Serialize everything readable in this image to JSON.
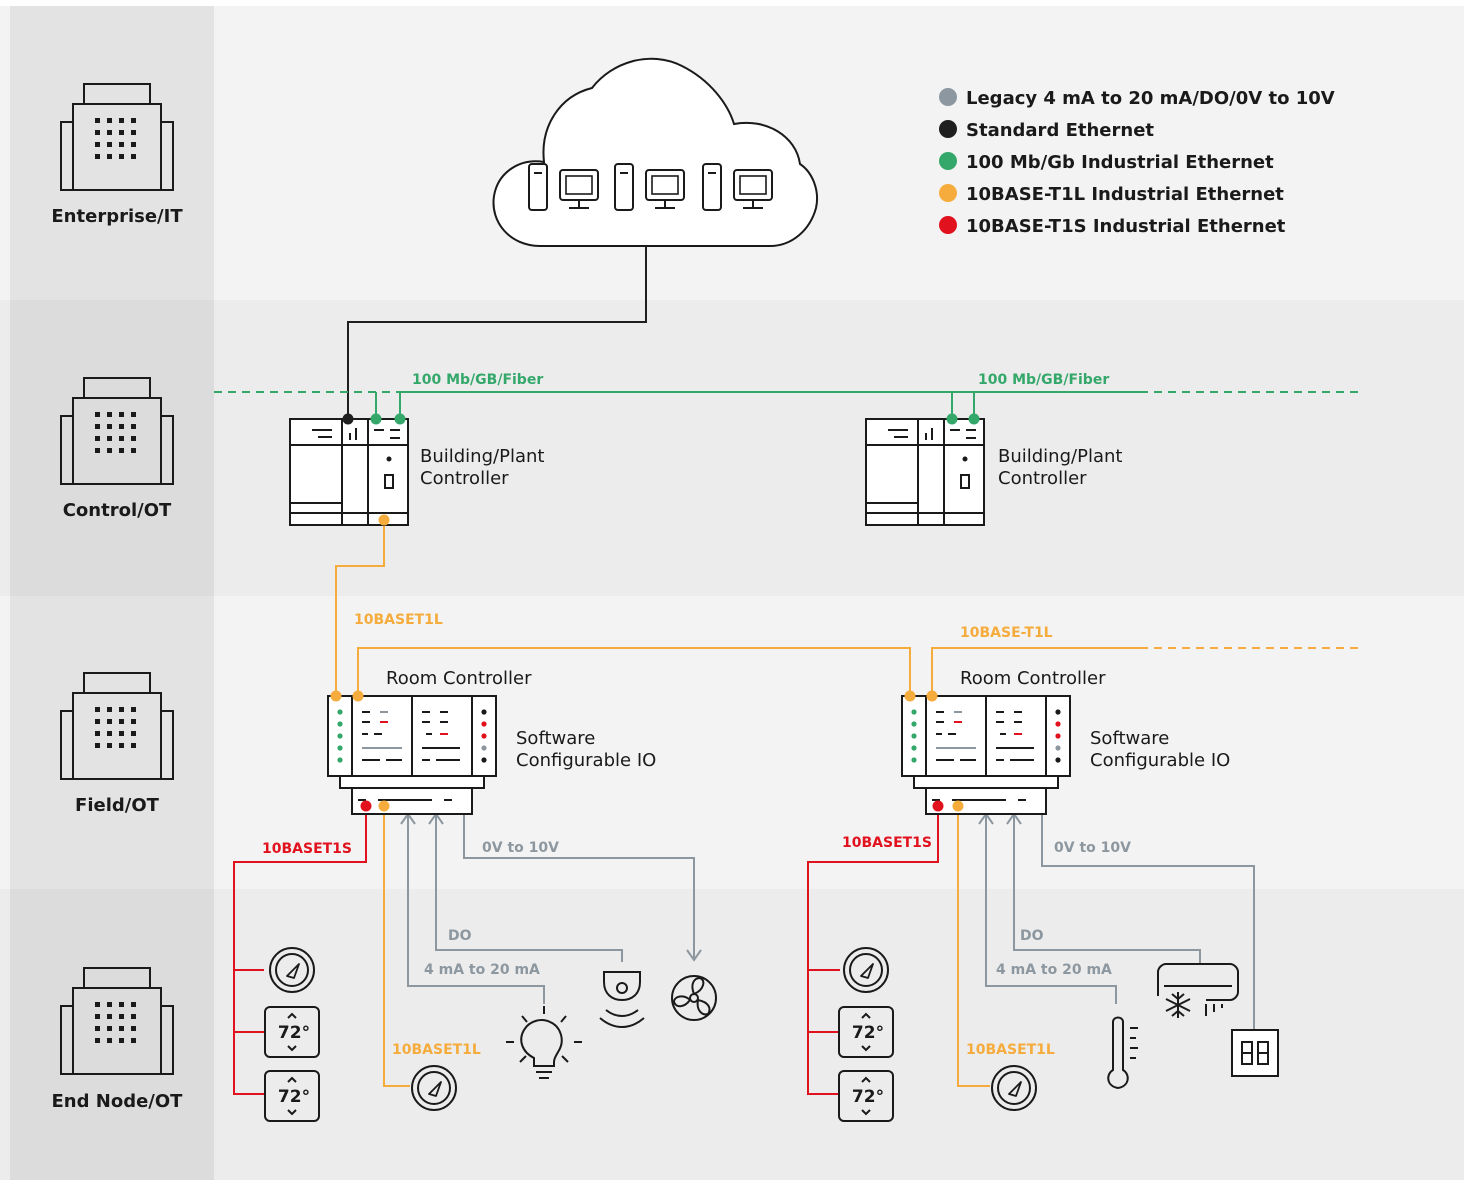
{
  "tiers": [
    {
      "label": "Enterprise/IT"
    },
    {
      "label": "Control/OT"
    },
    {
      "label": "Field/OT"
    },
    {
      "label": "End Node/OT"
    }
  ],
  "legend": [
    {
      "label": "Legacy 4 mA to 20 mA/DO/0V to 10V",
      "color": "#8c979f"
    },
    {
      "label": "Standard Ethernet",
      "color": "#1f1f1f"
    },
    {
      "label": "100 Mb/Gb Industrial Ethernet",
      "color": "#34a86a"
    },
    {
      "label": "10BASE-T1L Industrial Ethernet",
      "color": "#f5ac3c"
    },
    {
      "label": "10BASE-T1S Industrial Ethernet",
      "color": "#e1111d"
    }
  ],
  "colors": {
    "gray": "#8c979f",
    "black": "#1f1f1f",
    "green": "#34a86a",
    "orange": "#f5ac3c",
    "red": "#e1111d"
  },
  "links": {
    "fiber_left": "100 Mb/GB/Fiber",
    "fiber_right": "100 Mb/GB/Fiber",
    "t1l_vertical": "10BASET1L",
    "t1l_room": "10BASE-T1L",
    "t1s_left": "10BASET1S",
    "t1s_right": "10BASET1S",
    "v010_left": "0V to 10V",
    "v010_right": "0V to 10V",
    "do_left": "DO",
    "do_right": "DO",
    "ma_left": "4 mA to 20 mA",
    "ma_right": "4 mA to 20 mA",
    "t1l_end_left": "10BASET1L",
    "t1l_end_right": "10BASET1L"
  },
  "devices": {
    "plant_controller_line1": "Building/Plant",
    "plant_controller_line2": "Controller",
    "room_controller": "Room Controller",
    "io_line1": "Software",
    "io_line2": "Configurable IO",
    "thermostat_temp": "72°"
  },
  "icons": {
    "building": "building-icon",
    "cloud": "cloud-icon",
    "server": "server-icon",
    "monitor": "monitor-icon",
    "gauge": "gauge-icon",
    "thermostat": "thermostat-icon",
    "light": "light-bulb-icon",
    "sensor": "motion-sensor-icon",
    "fan": "fan-icon",
    "thermometer": "thermometer-icon",
    "ac": "air-conditioner-icon",
    "switch": "wall-switch-icon"
  }
}
